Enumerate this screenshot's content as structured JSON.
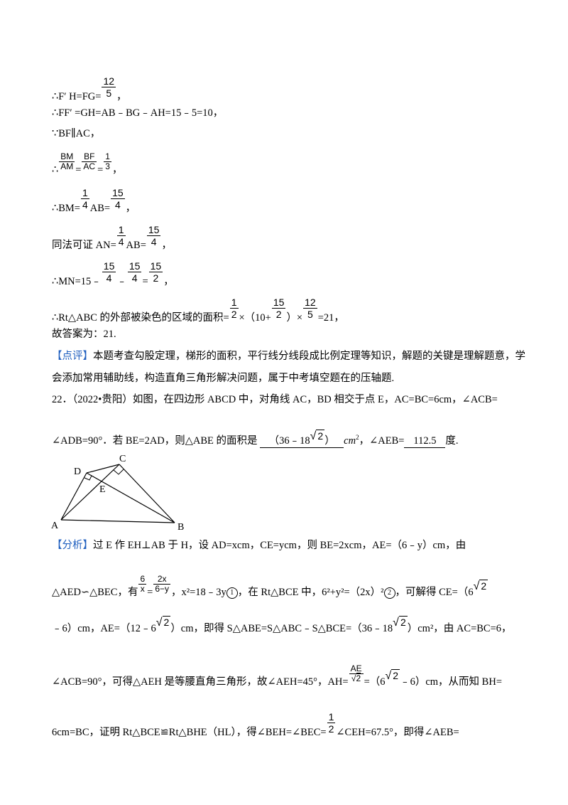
{
  "lines": {
    "l1_pre": "∴F′ H=FG=",
    "l1_num": "12",
    "l1_den": "5",
    "l1_post": "，",
    "l2": "∴FF′ =GH=AB﹣BG﹣AH=15﹣5=10，",
    "l3": "∵BF∥AC，",
    "l4_pre": "∴",
    "l4_f1n": "BM",
    "l4_f1d": "AM",
    "l4_eq1": "=",
    "l4_f2n": "BF",
    "l4_f2d": "AC",
    "l4_eq2": "=",
    "l4_f3n": "1",
    "l4_f3d": "3",
    "l4_post": "，",
    "l5_pre": "∴BM=",
    "l5_f1n": "1",
    "l5_f1d": "4",
    "l5_mid": "AB=",
    "l5_f2n": "15",
    "l5_f2d": "4",
    "l5_post": "，",
    "l6_pre": "同法可证 AN=",
    "l6_f1n": "1",
    "l6_f1d": "4",
    "l6_mid": "AB=",
    "l6_f2n": "15",
    "l6_f2d": "4",
    "l6_post": "，",
    "l7_pre": "∴MN=15﹣",
    "l7_f1n": "15",
    "l7_f1d": "4",
    "l7_m1": "﹣",
    "l7_f2n": "15",
    "l7_f2d": "4",
    "l7_m2": "=",
    "l7_f3n": "15",
    "l7_f3d": "2",
    "l7_post": "，",
    "l8_pre": "∴Rt△ABC 的外部被染色的区域的面积=",
    "l8_f1n": "1",
    "l8_f1d": "2",
    "l8_m1": "×（10+",
    "l8_f2n": "15",
    "l8_f2d": "2",
    "l8_m2": "）×",
    "l8_f3n": "12",
    "l8_f3d": "5",
    "l8_post": "=21，",
    "l9": "故答案为：21.",
    "l10_tag": "【点评】",
    "l10": "本题考查勾股定理，梯形的面积，平行线分线段成比例定理等知识，解题的关键是理解题意，学",
    "l11": "会添加常用辅助线，构造直角三角形解决问题，属于中考填空题在的压轴题.",
    "l12": "22．（2022•贵阳）如图，在四边形 ABCD 中，对角线 AC，BD 相交于点 E，AC=BC=6cm，∠ACB=",
    "l13_pre": "∠ADB=90°．若 BE=2AD，则△ABE 的面积是",
    "l13_ans1a": "（36﹣18",
    "l13_ans1r": "2",
    "l13_ans1b": "）",
    "l13_unit": "cm",
    "l13_unitsup": "2",
    "l13_mid": "，∠AEB=",
    "l13_ans2": "112.5",
    "l13_post": "度.",
    "a1_tag": "【分析】",
    "a1": "过 E 作 EH⊥AB 于 H，设 AD=xcm，CE=ycm，则 BE=2xcm，AE=（6﹣y）cm，由",
    "a2_pre": "△AED∽△BEC，有",
    "a2_f1n": "6",
    "a2_f1d": "x",
    "a2_eq": "=",
    "a2_f2n": "2x",
    "a2_f2d": "6−y",
    "a2_mid": "，x²=18﹣3y",
    "a2_c1": "1",
    "a2_mid2": "，在 Rt△BCE 中，6²+y²=（2x）²",
    "a2_c2": "2",
    "a2_post": "，可解得 CE=（6",
    "a2_r": "2",
    "a3_pre": "﹣6）cm，AE=（12﹣6",
    "a3_r1": "2",
    "a3_mid": "）cm，即得 S△ABE=S△ABC﹣S△BCE=（36﹣18",
    "a3_r2": "2",
    "a3_post": "）cm²，由 AC=BC=6，",
    "a4_pre": "∠ACB=90°，可得△AEH 是等腰直角三角形，故∠AEH=45°，AH=",
    "a4_fn": "AE",
    "a4_fdr": "2",
    "a4_mid": "=（6",
    "a4_r": "2",
    "a4_post": "﹣6）cm，从而知 BH=",
    "a5_pre": "6cm=BC，证明 Rt△BCE≌Rt△BHE（HL），得∠BEH=∠BEC=",
    "a5_fn": "1",
    "a5_fd": "2",
    "a5_post": "∠CEH=67.5°，即得∠AEB="
  },
  "figure": {
    "labels": {
      "A": "A",
      "B": "B",
      "C": "C",
      "D": "D",
      "E": "E"
    }
  },
  "colors": {
    "tag": "#1f5fbf"
  }
}
